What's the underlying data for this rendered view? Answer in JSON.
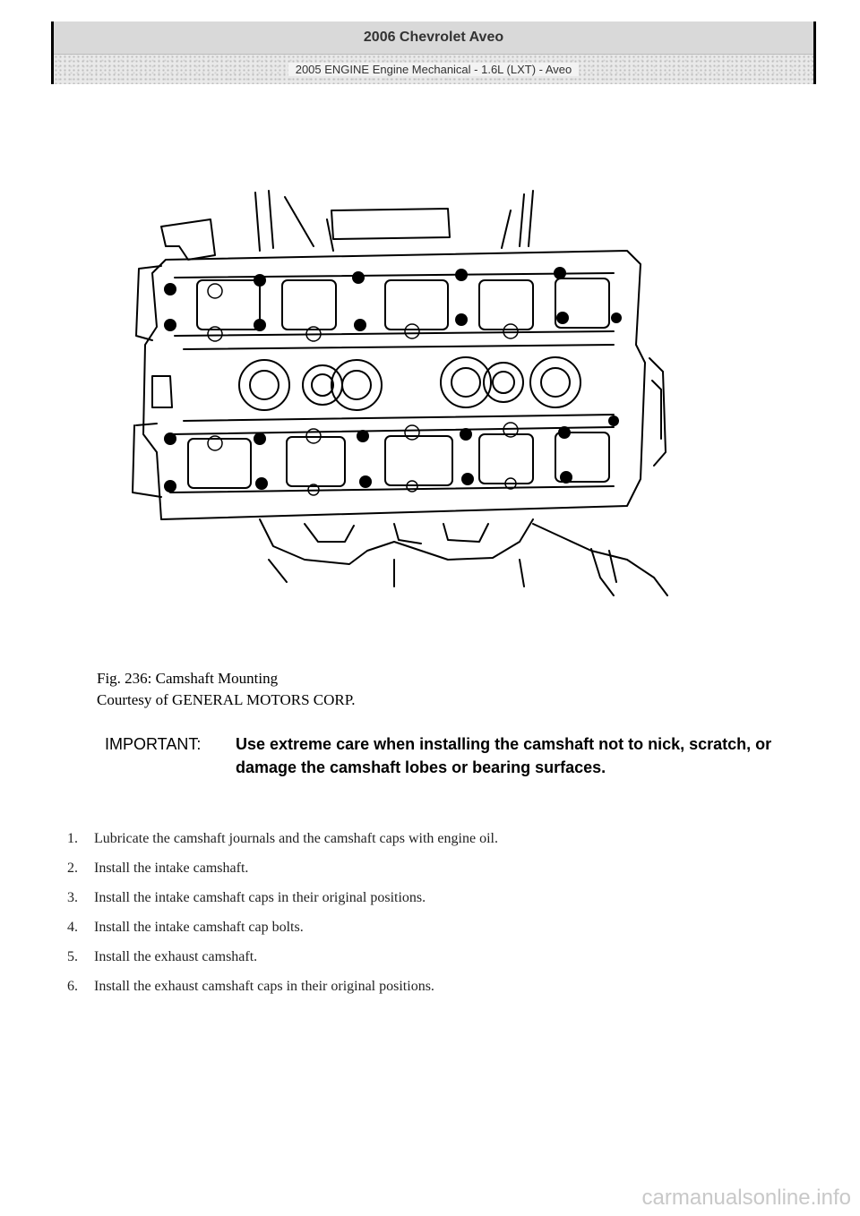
{
  "header": {
    "title": "2006 Chevrolet Aveo",
    "subtitle": "2005 ENGINE Engine Mechanical - 1.6L (LXT) - Aveo"
  },
  "figure": {
    "caption_line1": "Fig. 236: Camshaft Mounting",
    "caption_line2": "Courtesy of GENERAL MOTORS CORP."
  },
  "important": {
    "label": "IMPORTANT:",
    "text": "Use extreme care when installing the camshaft not to nick, scratch, or damage the camshaft lobes or bearing surfaces."
  },
  "steps": [
    {
      "num": "1.",
      "text": "Lubricate the camshaft journals and the camshaft caps with engine oil."
    },
    {
      "num": "2.",
      "text": "Install the intake camshaft."
    },
    {
      "num": "3.",
      "text": "Install the intake camshaft caps in their original positions."
    },
    {
      "num": "4.",
      "text": "Install the intake camshaft cap bolts."
    },
    {
      "num": "5.",
      "text": "Install the exhaust camshaft."
    },
    {
      "num": "6.",
      "text": "Install the exhaust camshaft caps in their original positions."
    }
  ],
  "footer": {
    "watermark": "carmanualsonline.info"
  }
}
